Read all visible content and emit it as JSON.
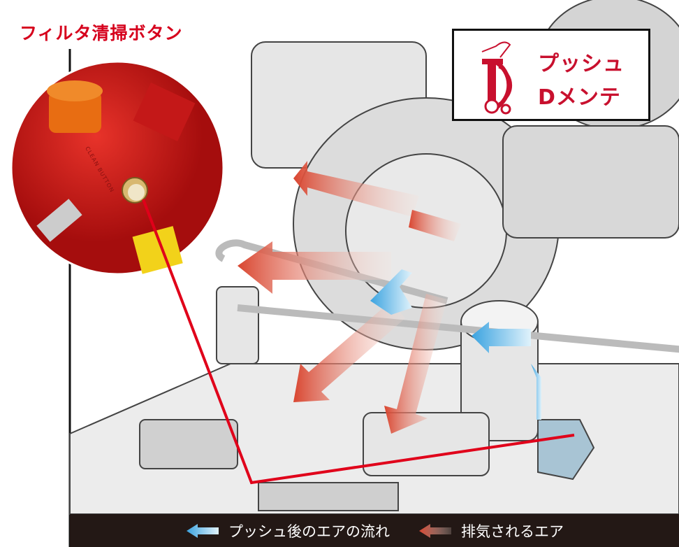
{
  "title": "フィルタ清掃ボタン",
  "inset": {
    "button_label": "CLEAN BUTTON"
  },
  "logo": {
    "line1": "プッシュ",
    "line2": "Dメンテ"
  },
  "legend": {
    "blue_label": "プッシュ後のエアの流れ",
    "red_label": "排気されるエア"
  },
  "colors": {
    "accent_red": "#d6001c",
    "flow_blue": "#5fb4e6",
    "exhaust_red": "#d9533b",
    "legend_bg": "#231815"
  }
}
